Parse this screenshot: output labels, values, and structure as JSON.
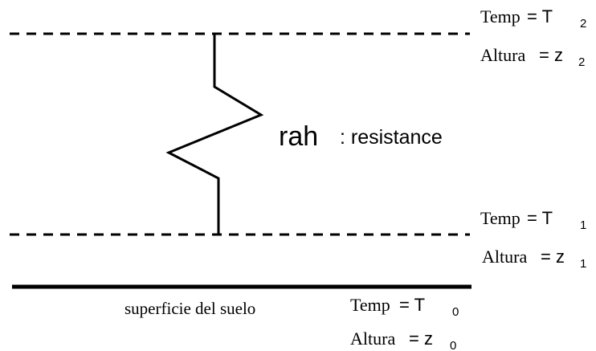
{
  "upper_level": {
    "temp_label": "Temp",
    "temp_eq": "= T",
    "temp_sub": "2",
    "height_label": "Altura",
    "height_eq": "= z",
    "height_sub": "2"
  },
  "resistance": {
    "symbol": "rah",
    "description": ": resistance"
  },
  "lower_level": {
    "temp_label": "Temp",
    "temp_eq": "= T",
    "temp_sub": "1",
    "height_label": "Altura",
    "height_eq": "= z",
    "height_sub": "1"
  },
  "surface": {
    "label": "superficie del suelo",
    "temp_label": "Temp",
    "temp_eq": "= T",
    "temp_sub": "0",
    "height_label": "Altura",
    "height_eq": "= z",
    "height_sub": "0"
  }
}
